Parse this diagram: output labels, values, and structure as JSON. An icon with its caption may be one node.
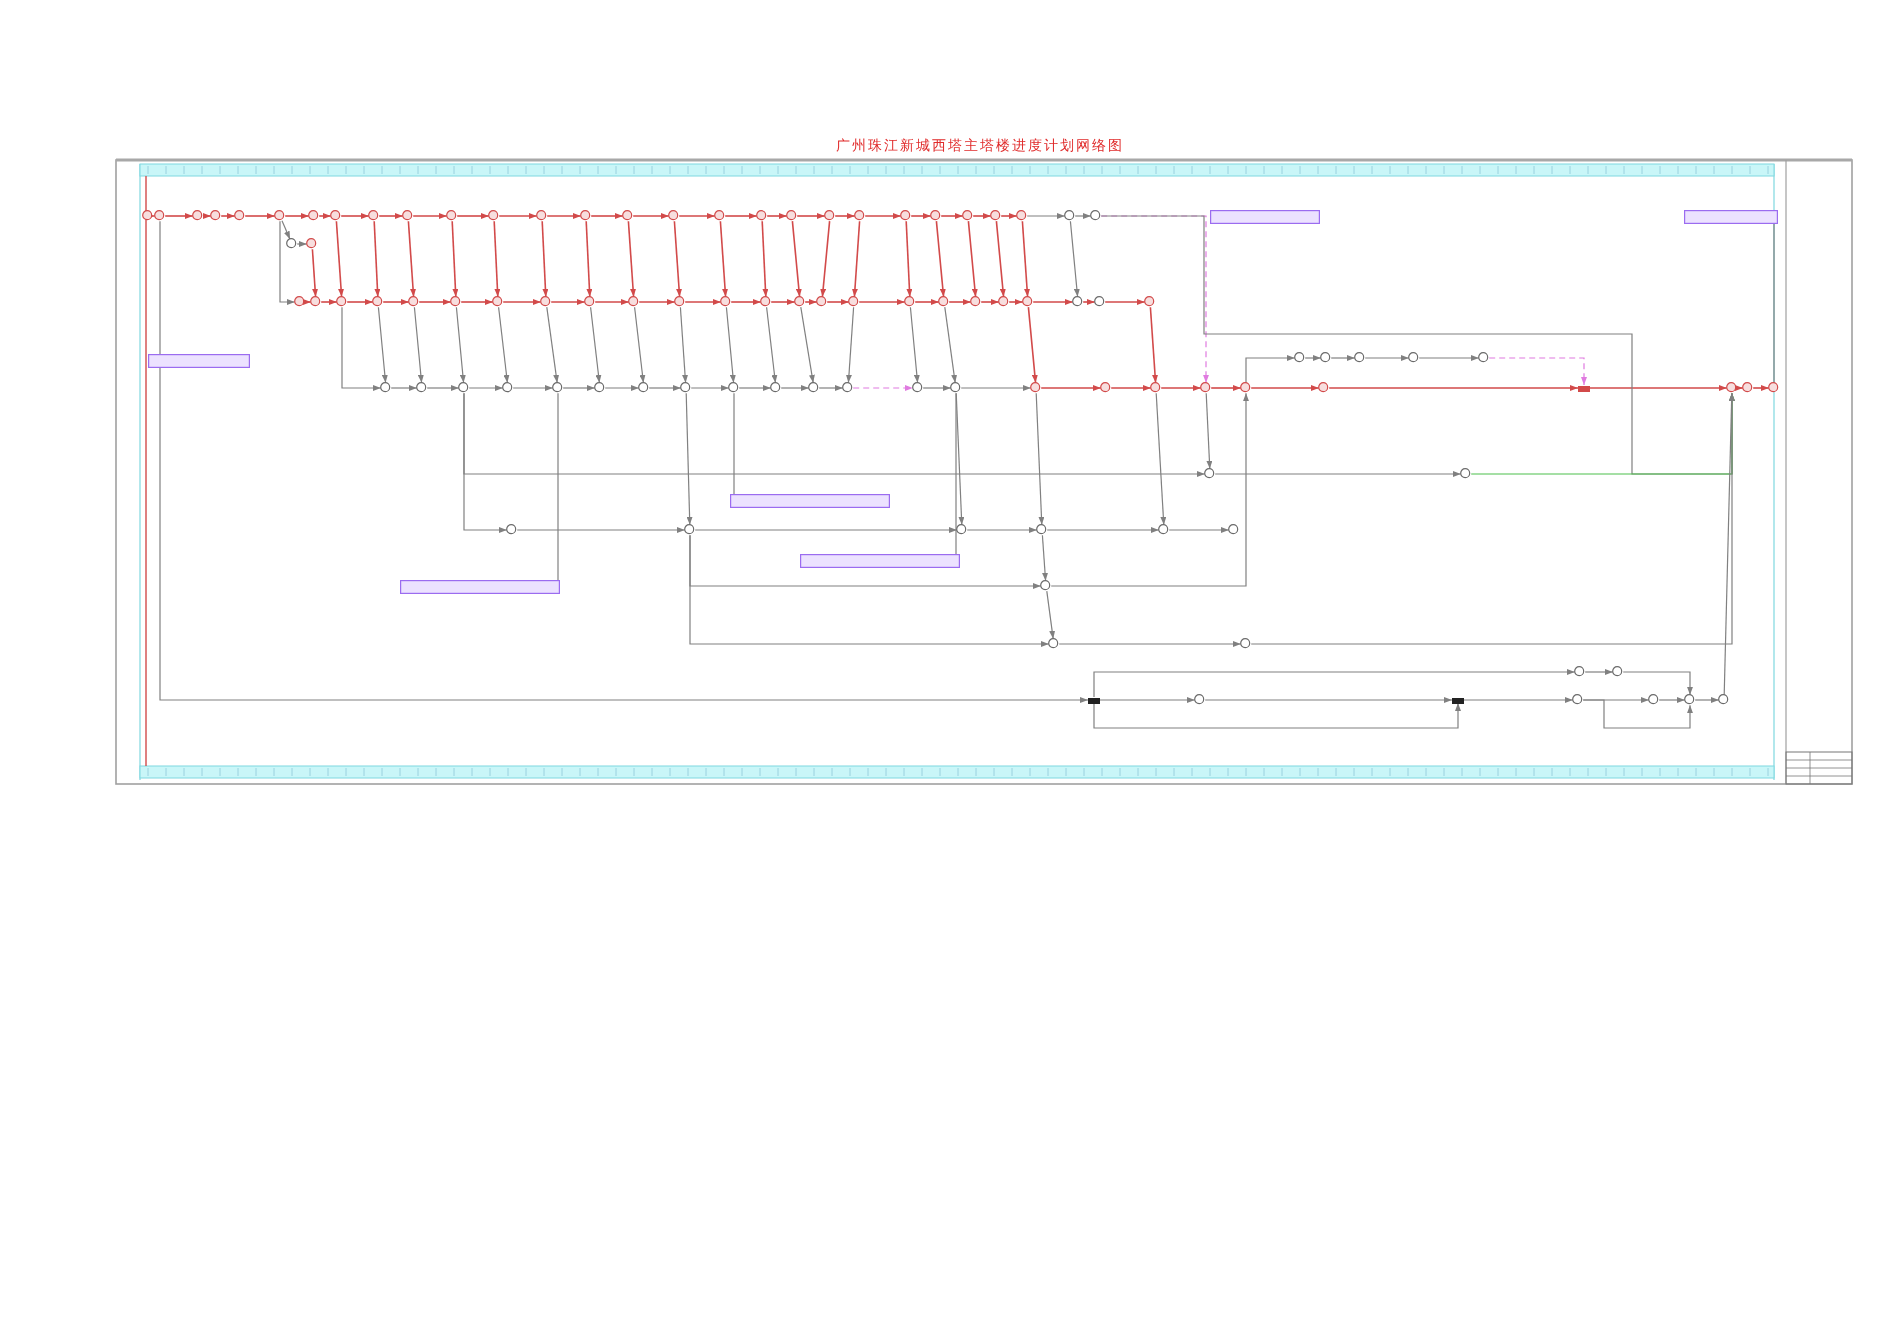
{
  "diagram": {
    "title": "广州珠江新城西塔主塔楼进度计划网络图",
    "nodes": [
      {
        "text": [],
        "shape": "circle"
      },
      {
        "text": [],
        "shape": "circle"
      },
      {
        "text": [],
        "shape": "circle"
      },
      {
        "text": [],
        "shape": "circle"
      },
      {
        "text": [],
        "shape": "circle"
      },
      {
        "text": [],
        "shape": "circle"
      },
      {
        "text": [],
        "shape": "circle"
      },
      {
        "text": [],
        "shape": "circle"
      },
      {
        "text": [],
        "shape": "circle"
      },
      {
        "text": [],
        "shape": "circle"
      },
      {
        "text": [],
        "shape": "circle"
      },
      {
        "text": [],
        "shape": "circle"
      },
      {
        "text": [],
        "shape": "circle"
      },
      {
        "text": [],
        "shape": "circle"
      },
      {
        "text": [],
        "shape": "circle"
      },
      {
        "text": [],
        "shape": "circle"
      },
      {
        "text": [],
        "shape": "circle"
      },
      {
        "text": [],
        "shape": "circle"
      },
      {
        "text": [],
        "shape": "circle"
      },
      {
        "text": [],
        "shape": "circle"
      },
      {
        "text": [],
        "shape": "circle"
      },
      {
        "text": [],
        "shape": "circle"
      },
      {
        "text": [],
        "shape": "circle"
      },
      {
        "text": [],
        "shape": "circle"
      },
      {
        "text": [],
        "shape": "circle"
      },
      {
        "text": [],
        "shape": "circle"
      },
      {
        "text": [],
        "shape": "circle"
      },
      {
        "text": [],
        "shape": "circle"
      },
      {
        "text": [],
        "shape": "circle"
      },
      {
        "text": [],
        "shape": "circle"
      },
      {
        "text": [],
        "shape": "circle"
      },
      {
        "text": [],
        "shape": "circle"
      },
      {
        "text": [],
        "shape": "circle"
      },
      {
        "text": [],
        "shape": "circle"
      },
      {
        "text": [],
        "shape": "circle"
      },
      {
        "text": [],
        "shape": "circle"
      },
      {
        "text": [],
        "shape": "circle"
      },
      {
        "text": [],
        "shape": "circle"
      },
      {
        "text": [],
        "shape": "circle"
      },
      {
        "text": [],
        "shape": "circle"
      },
      {
        "text": [],
        "shape": "circle"
      },
      {
        "text": [],
        "shape": "circle"
      },
      {
        "text": [],
        "shape": "circle"
      },
      {
        "text": [],
        "shape": "circle"
      },
      {
        "text": [],
        "shape": "circle"
      },
      {
        "text": [],
        "shape": "circle"
      },
      {
        "text": [],
        "shape": "circle"
      },
      {
        "text": [],
        "shape": "circle"
      },
      {
        "text": [],
        "shape": "circle"
      },
      {
        "text": [],
        "shape": "circle"
      },
      {
        "text": [],
        "shape": "circle"
      },
      {
        "text": [],
        "shape": "circle"
      },
      {
        "text": [],
        "shape": "circle"
      },
      {
        "text": [],
        "shape": "circle"
      },
      {
        "text": [],
        "shape": "circle"
      },
      {
        "text": [],
        "shape": "circle"
      },
      {
        "text": [],
        "shape": "circle"
      },
      {
        "text": [],
        "shape": "circle"
      },
      {
        "text": [],
        "shape": "circle"
      },
      {
        "text": [],
        "shape": "circle"
      },
      {
        "text": [],
        "shape": "circle"
      },
      {
        "text": [],
        "shape": "circle"
      },
      {
        "text": [],
        "shape": "circle"
      },
      {
        "text": [],
        "shape": "circle"
      },
      {
        "text": [],
        "shape": "circle"
      },
      {
        "text": [],
        "shape": "circle"
      },
      {
        "text": [],
        "shape": "circle"
      },
      {
        "text": [],
        "shape": "circle"
      },
      {
        "text": [],
        "shape": "circle"
      },
      {
        "text": [],
        "shape": "circle"
      },
      {
        "text": [],
        "shape": "circle"
      },
      {
        "text": [],
        "shape": "circle"
      },
      {
        "text": [],
        "shape": "circle"
      },
      {
        "text": [],
        "shape": "circle"
      },
      {
        "text": [],
        "shape": "bar"
      },
      {
        "text": [],
        "shape": "circle"
      },
      {
        "text": [],
        "shape": "circle"
      },
      {
        "text": [],
        "shape": "circle"
      },
      {
        "text": [],
        "shape": "circle"
      },
      {
        "text": [],
        "shape": "circle"
      },
      {
        "text": [],
        "shape": "circle"
      },
      {
        "text": [],
        "shape": "circle"
      },
      {
        "text": [],
        "shape": "circle"
      },
      {
        "text": [],
        "shape": "circle"
      },
      {
        "text": [],
        "shape": "circle"
      },
      {
        "text": [],
        "shape": "circle"
      },
      {
        "text": [],
        "shape": "circle"
      },
      {
        "text": [],
        "shape": "circle"
      },
      {
        "text": [],
        "shape": "circle"
      },
      {
        "text": [],
        "shape": "circle"
      },
      {
        "text": [],
        "shape": "circle"
      },
      {
        "text": [],
        "shape": "circle"
      },
      {
        "text": [],
        "shape": "circle"
      },
      {
        "text": [],
        "shape": "circle"
      },
      {
        "text": [],
        "shape": "bar"
      },
      {
        "text": [],
        "shape": "circle"
      },
      {
        "text": [],
        "shape": "bar"
      },
      {
        "text": [],
        "shape": "circle"
      },
      {
        "text": [],
        "shape": "circle"
      },
      {
        "text": [],
        "shape": "circle"
      },
      {
        "text": [],
        "shape": "circle"
      },
      {
        "text": [],
        "shape": "circle"
      },
      {
        "text": [],
        "shape": "circle"
      },
      {
        "text": [],
        "shape": "box"
      },
      {
        "text": [],
        "shape": "box"
      },
      {
        "text": [],
        "shape": "box"
      },
      {
        "text": [],
        "shape": "box"
      },
      {
        "text": [],
        "shape": "box"
      },
      {
        "text": [],
        "shape": "box"
      }
    ],
    "edges": [
      {
        "from": 0,
        "to": 1,
        "arrow": "to"
      },
      {
        "from": 1,
        "to": 2,
        "arrow": "to"
      },
      {
        "from": 2,
        "to": 3,
        "arrow": "to"
      },
      {
        "from": 3,
        "to": 4,
        "arrow": "to"
      },
      {
        "from": 4,
        "to": 5,
        "arrow": "to"
      },
      {
        "from": 5,
        "to": 6,
        "arrow": "to"
      },
      {
        "from": 6,
        "to": 7,
        "arrow": "to"
      },
      {
        "from": 7,
        "to": 8,
        "arrow": "to"
      },
      {
        "from": 8,
        "to": 9,
        "arrow": "to"
      },
      {
        "from": 9,
        "to": 10,
        "arrow": "to"
      },
      {
        "from": 10,
        "to": 11,
        "arrow": "to"
      },
      {
        "from": 11,
        "to": 12,
        "arrow": "to"
      },
      {
        "from": 12,
        "to": 13,
        "arrow": "to"
      },
      {
        "from": 13,
        "to": 14,
        "arrow": "to"
      },
      {
        "from": 14,
        "to": 15,
        "arrow": "to"
      },
      {
        "from": 15,
        "to": 16,
        "arrow": "to"
      },
      {
        "from": 16,
        "to": 17,
        "arrow": "to"
      },
      {
        "from": 17,
        "to": 18,
        "arrow": "to"
      },
      {
        "from": 18,
        "to": 19,
        "arrow": "to"
      },
      {
        "from": 19,
        "to": 20,
        "arrow": "to"
      },
      {
        "from": 20,
        "to": 21,
        "arrow": "to"
      },
      {
        "from": 21,
        "to": 22,
        "arrow": "to"
      },
      {
        "from": 22,
        "to": 23,
        "arrow": "to"
      },
      {
        "from": 23,
        "to": 24,
        "arrow": "to"
      },
      {
        "from": 24,
        "to": 25,
        "arrow": "to"
      },
      {
        "from": 25,
        "to": 26,
        "arrow": "to",
        "color": "#808080"
      },
      {
        "from": 26,
        "to": 27,
        "arrow": "to",
        "color": "#808080"
      },
      {
        "from": 5,
        "to": 28,
        "arrow": "to",
        "color": "#808080"
      },
      {
        "from": 28,
        "to": 29,
        "arrow": "to",
        "color": "#808080"
      },
      {
        "from": 29,
        "to": 31,
        "arrow": "to"
      },
      {
        "from": 5,
        "to": 30,
        "arrow": "to",
        "color": "#808080"
      },
      {
        "from": 30,
        "to": 31,
        "arrow": "to"
      },
      {
        "from": 31,
        "to": 32,
        "arrow": "to"
      },
      {
        "from": 32,
        "to": 33,
        "arrow": "to"
      },
      {
        "from": 33,
        "to": 34,
        "arrow": "to"
      },
      {
        "from": 34,
        "to": 35,
        "arrow": "to"
      },
      {
        "from": 35,
        "to": 36,
        "arrow": "to"
      },
      {
        "from": 36,
        "to": 37,
        "arrow": "to"
      },
      {
        "from": 37,
        "to": 38,
        "arrow": "to"
      },
      {
        "from": 38,
        "to": 39,
        "arrow": "to"
      },
      {
        "from": 39,
        "to": 40,
        "arrow": "to"
      },
      {
        "from": 40,
        "to": 41,
        "arrow": "to"
      },
      {
        "from": 41,
        "to": 42,
        "arrow": "to"
      },
      {
        "from": 42,
        "to": 43,
        "arrow": "to"
      },
      {
        "from": 43,
        "to": 44,
        "arrow": "to"
      },
      {
        "from": 44,
        "to": 45,
        "arrow": "to"
      },
      {
        "from": 45,
        "to": 46,
        "arrow": "to"
      },
      {
        "from": 46,
        "to": 47,
        "arrow": "to"
      },
      {
        "from": 47,
        "to": 48,
        "arrow": "to"
      },
      {
        "from": 48,
        "to": 49,
        "arrow": "to"
      },
      {
        "from": 49,
        "to": 50,
        "arrow": "to"
      },
      {
        "from": 50,
        "to": 51,
        "arrow": "to"
      },
      {
        "from": 51,
        "to": 52,
        "arrow": "to"
      },
      {
        "from": 52,
        "to": 53,
        "arrow": "to"
      },
      {
        "from": 7,
        "to": 32,
        "arrow": "to"
      },
      {
        "from": 8,
        "to": 33,
        "arrow": "to"
      },
      {
        "from": 9,
        "to": 34,
        "arrow": "to"
      },
      {
        "from": 10,
        "to": 35,
        "arrow": "to"
      },
      {
        "from": 11,
        "to": 36,
        "arrow": "to"
      },
      {
        "from": 12,
        "to": 37,
        "arrow": "to"
      },
      {
        "from": 13,
        "to": 38,
        "arrow": "to"
      },
      {
        "from": 14,
        "to": 39,
        "arrow": "to"
      },
      {
        "from": 15,
        "to": 40,
        "arrow": "to"
      },
      {
        "from": 16,
        "to": 41,
        "arrow": "to"
      },
      {
        "from": 17,
        "to": 42,
        "arrow": "to"
      },
      {
        "from": 18,
        "to": 43,
        "arrow": "to"
      },
      {
        "from": 19,
        "to": 44,
        "arrow": "to"
      },
      {
        "from": 20,
        "to": 45,
        "arrow": "to"
      },
      {
        "from": 21,
        "to": 46,
        "arrow": "to"
      },
      {
        "from": 22,
        "to": 47,
        "arrow": "to"
      },
      {
        "from": 23,
        "to": 48,
        "arrow": "to"
      },
      {
        "from": 24,
        "to": 49,
        "arrow": "to"
      },
      {
        "from": 25,
        "to": 50,
        "arrow": "to"
      },
      {
        "from": 26,
        "to": 51,
        "arrow": "to",
        "color": "#808080"
      },
      {
        "from": 32,
        "to": 54,
        "arrow": "to",
        "color": "#808080"
      },
      {
        "from": 33,
        "to": 54,
        "arrow": "to",
        "color": "#808080"
      },
      {
        "from": 34,
        "to": 55,
        "arrow": "to",
        "color": "#808080"
      },
      {
        "from": 35,
        "to": 56,
        "arrow": "to",
        "color": "#808080"
      },
      {
        "from": 36,
        "to": 57,
        "arrow": "to",
        "color": "#808080"
      },
      {
        "from": 37,
        "to": 58,
        "arrow": "to",
        "color": "#808080"
      },
      {
        "from": 38,
        "to": 59,
        "arrow": "to",
        "color": "#808080"
      },
      {
        "from": 39,
        "to": 60,
        "arrow": "to",
        "color": "#808080"
      },
      {
        "from": 40,
        "to": 61,
        "arrow": "to",
        "color": "#808080"
      },
      {
        "from": 41,
        "to": 62,
        "arrow": "to",
        "color": "#808080"
      },
      {
        "from": 42,
        "to": 63,
        "arrow": "to",
        "color": "#808080"
      },
      {
        "from": 43,
        "to": 64,
        "arrow": "to",
        "color": "#808080"
      },
      {
        "from": 45,
        "to": 65,
        "arrow": "to",
        "color": "#808080"
      },
      {
        "from": 46,
        "to": 66,
        "arrow": "to",
        "color": "#808080"
      },
      {
        "from": 47,
        "to": 67,
        "arrow": "to",
        "color": "#808080"
      },
      {
        "from": 50,
        "to": 68,
        "arrow": "to"
      },
      {
        "from": 53,
        "to": 70,
        "arrow": "to"
      },
      {
        "from": 54,
        "to": 55,
        "arrow": "to",
        "color": "#808080"
      },
      {
        "from": 55,
        "to": 56,
        "arrow": "to",
        "color": "#808080"
      },
      {
        "from": 56,
        "to": 57,
        "arrow": "to",
        "color": "#808080"
      },
      {
        "from": 57,
        "to": 58,
        "arrow": "to",
        "color": "#808080"
      },
      {
        "from": 58,
        "to": 59,
        "arrow": "to",
        "color": "#808080"
      },
      {
        "from": 59,
        "to": 60,
        "arrow": "to",
        "color": "#808080"
      },
      {
        "from": 60,
        "to": 61,
        "arrow": "to",
        "color": "#808080"
      },
      {
        "from": 61,
        "to": 62,
        "arrow": "to",
        "color": "#808080"
      },
      {
        "from": 62,
        "to": 63,
        "arrow": "to",
        "color": "#808080"
      },
      {
        "from": 63,
        "to": 64,
        "arrow": "to",
        "color": "#808080"
      },
      {
        "from": 64,
        "to": 65,
        "arrow": "to",
        "color": "#808080"
      },
      {
        "from": 65,
        "to": 66,
        "arrow": "to",
        "style": "dashed",
        "color": "#e07be0"
      },
      {
        "from": 66,
        "to": 67,
        "arrow": "to",
        "color": "#808080"
      },
      {
        "from": 67,
        "to": 68,
        "arrow": "to",
        "color": "#808080"
      },
      {
        "from": 68,
        "to": 69,
        "arrow": "to"
      },
      {
        "from": 69,
        "to": 70,
        "arrow": "to"
      },
      {
        "from": 70,
        "to": 71,
        "arrow": "to"
      },
      {
        "from": 71,
        "to": 72,
        "arrow": "to"
      },
      {
        "from": 72,
        "to": 73,
        "arrow": "to"
      },
      {
        "from": 73,
        "to": 74,
        "arrow": "to"
      },
      {
        "from": 74,
        "to": 75,
        "arrow": "to"
      },
      {
        "from": 75,
        "to": 76,
        "arrow": "to"
      },
      {
        "from": 76,
        "to": 77,
        "arrow": "to"
      },
      {
        "from": 72,
        "to": 78,
        "arrow": "to",
        "color": "#808080"
      },
      {
        "from": 78,
        "to": 79,
        "arrow": "to",
        "color": "#808080"
      },
      {
        "from": 79,
        "to": 80,
        "arrow": "to",
        "color": "#808080"
      },
      {
        "from": 80,
        "to": 81,
        "arrow": "to",
        "color": "#808080"
      },
      {
        "from": 81,
        "to": 82,
        "arrow": "to",
        "color": "#808080"
      },
      {
        "from": 82,
        "to": 74,
        "arrow": "to",
        "style": "dashed",
        "color": "#e07be0"
      },
      {
        "from": 27,
        "to": 71,
        "arrow": "to",
        "style": "dashed",
        "color": "#e07be0"
      },
      {
        "from": 27,
        "to": 75,
        "arrow": "to",
        "color": "#808080"
      },
      {
        "from": 56,
        "to": 83,
        "arrow": "to",
        "color": "#808080"
      },
      {
        "from": 71,
        "to": 83,
        "arrow": "to",
        "color": "#808080"
      },
      {
        "from": 83,
        "to": 84,
        "arrow": "to",
        "color": "#808080"
      },
      {
        "from": 84,
        "to": 75,
        "arrow": "to",
        "color": "#4cbf4c"
      },
      {
        "from": 56,
        "to": 85,
        "arrow": "to",
        "color": "#808080"
      },
      {
        "from": 85,
        "to": 86,
        "arrow": "to",
        "color": "#808080"
      },
      {
        "from": 61,
        "to": 86,
        "arrow": "to",
        "color": "#808080"
      },
      {
        "from": 86,
        "to": 87,
        "arrow": "to",
        "color": "#808080"
      },
      {
        "from": 67,
        "to": 87,
        "arrow": "to",
        "color": "#808080"
      },
      {
        "from": 87,
        "to": 88,
        "arrow": "to",
        "color": "#808080"
      },
      {
        "from": 68,
        "to": 88,
        "arrow": "to",
        "color": "#808080"
      },
      {
        "from": 88,
        "to": 89,
        "arrow": "to",
        "color": "#808080"
      },
      {
        "from": 70,
        "to": 89,
        "arrow": "to",
        "color": "#808080"
      },
      {
        "from": 89,
        "to": 90,
        "arrow": "to",
        "color": "#808080"
      },
      {
        "from": 86,
        "to": 91,
        "arrow": "to",
        "color": "#808080"
      },
      {
        "from": 88,
        "to": 91,
        "arrow": "to",
        "color": "#808080"
      },
      {
        "from": 91,
        "to": 72,
        "arrow": "to",
        "color": "#808080"
      },
      {
        "from": 86,
        "to": 92,
        "arrow": "to",
        "color": "#808080"
      },
      {
        "from": 91,
        "to": 92,
        "arrow": "to",
        "color": "#808080"
      },
      {
        "from": 92,
        "to": 93,
        "arrow": "to",
        "color": "#808080"
      },
      {
        "from": 93,
        "to": 75,
        "arrow": "to",
        "color": "#808080"
      },
      {
        "from": 1,
        "to": 94,
        "arrow": "to",
        "color": "#808080"
      },
      {
        "from": 94,
        "to": 101,
        "arrow": "to",
        "color": "#808080"
      },
      {
        "from": 94,
        "to": 95,
        "arrow": "to",
        "color": "#808080"
      },
      {
        "from": 95,
        "to": 96,
        "arrow": "to",
        "color": "#808080"
      },
      {
        "from": 94,
        "to": 96,
        "arrow": "to",
        "color": "#808080"
      },
      {
        "from": 96,
        "to": 97,
        "arrow": "to",
        "color": "#808080"
      },
      {
        "from": 97,
        "to": 98,
        "arrow": "to",
        "color": "#808080"
      },
      {
        "from": 97,
        "to": 99,
        "arrow": "to",
        "color": "#808080"
      },
      {
        "from": 98,
        "to": 99,
        "arrow": "to",
        "color": "#808080"
      },
      {
        "from": 101,
        "to": 102,
        "arrow": "to",
        "color": "#808080"
      },
      {
        "from": 102,
        "to": 99,
        "arrow": "to",
        "color": "#808080"
      },
      {
        "from": 99,
        "to": 100,
        "arrow": "to",
        "color": "#808080"
      },
      {
        "from": 100,
        "to": 75,
        "arrow": "to",
        "color": "#808080"
      },
      {
        "from": 58,
        "to": 108,
        "arrow": "none",
        "color": "#808080"
      },
      {
        "from": 62,
        "to": 106,
        "arrow": "none",
        "color": "#808080"
      },
      {
        "from": 67,
        "to": 107,
        "arrow": "none",
        "color": "#808080"
      },
      {
        "from": 77,
        "to": 105,
        "arrow": "none",
        "color": "#808080"
      }
    ]
  }
}
